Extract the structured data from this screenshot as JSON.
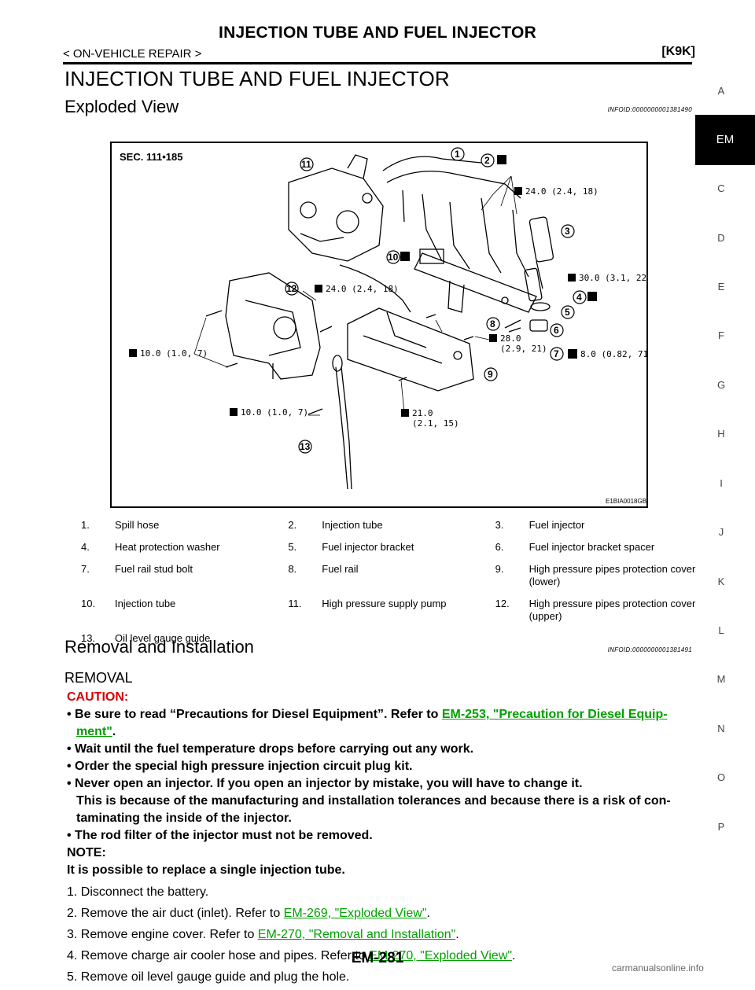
{
  "header": {
    "title": "INJECTION TUBE AND FUEL INJECTOR",
    "breadcrumb": "< ON-VEHICLE REPAIR >",
    "model": "[K9K]"
  },
  "section_title": "INJECTION TUBE AND FUEL INJECTOR",
  "exploded_view": {
    "heading": "Exploded View",
    "infoid": "INFOID:0000000001381490"
  },
  "diagram": {
    "sec_label": "SEC. 111•185",
    "code": "E1BIA0018GB",
    "torques": {
      "t1": "24.0 (2.4, 18)",
      "t2": "30.0 (3.1, 22)",
      "t3": "24.0 (2.4, 18)",
      "t4a": "28.0",
      "t4b": "(2.9, 21)",
      "t5": "8.0 (0.82, 71)",
      "t6": "10.0 (1.0, 7)",
      "t7": "10.0 (1.0, 7)",
      "t8a": "21.0",
      "t8b": "(2.1, 15)"
    },
    "callouts": [
      "1",
      "2",
      "3",
      "4",
      "5",
      "6",
      "7",
      "8",
      "9",
      "10",
      "11",
      "12",
      "13"
    ]
  },
  "legend": [
    [
      {
        "n": "1.",
        "t": "Spill hose"
      },
      {
        "n": "2.",
        "t": "Injection tube"
      },
      {
        "n": "3.",
        "t": "Fuel injector"
      }
    ],
    [
      {
        "n": "4.",
        "t": "Heat protection washer"
      },
      {
        "n": "5.",
        "t": "Fuel injector bracket"
      },
      {
        "n": "6.",
        "t": "Fuel injector bracket spacer"
      }
    ],
    [
      {
        "n": "7.",
        "t": "Fuel rail stud bolt"
      },
      {
        "n": "8.",
        "t": "Fuel rail"
      },
      {
        "n": "9.",
        "t": "High pressure pipes protection cover (lower)"
      }
    ],
    [
      {
        "n": "10.",
        "t": "Injection tube"
      },
      {
        "n": "11.",
        "t": "High pressure supply pump"
      },
      {
        "n": "12.",
        "t": "High pressure pipes protection cover (upper)"
      }
    ],
    [
      {
        "n": "13.",
        "t": "Oil level gauge guide"
      },
      {
        "n": "",
        "t": ""
      },
      {
        "n": "",
        "t": ""
      }
    ]
  ],
  "removal": {
    "heading": "Removal and Installation",
    "infoid": "INFOID:0000000001381491",
    "subheading": "REMOVAL",
    "caution_label": "CAUTION:",
    "caution1_pre": "Be sure to read “Precautions for Diesel Equipment”. Refer to ",
    "caution1_link": "EM-253, \"Precaution for Diesel Equip-",
    "caution1_link2": "ment\"",
    "caution2": "Wait until the fuel temperature drops before carrying out any work.",
    "caution3": "Order the special high pressure injection circuit plug kit.",
    "caution4": "Never open an injector. If you open an injector by mistake, you will have to change it.",
    "caution4b": "This is because of the manufacturing and installation tolerances and because there is a risk of con-",
    "caution4c": "taminating the inside of the injector.",
    "caution5": "The rod filter of the injector must not be removed.",
    "note_label": "NOTE:",
    "note": "It is possible to replace a single injection tube.",
    "steps": [
      {
        "text": "1.  Disconnect the battery.",
        "link": ""
      },
      {
        "text": "2.  Remove the air duct (inlet). Refer to ",
        "link": "EM-269, \"Exploded View\""
      },
      {
        "text": "3.  Remove engine cover. Refer to ",
        "link": "EM-270, \"Removal and Installation\""
      },
      {
        "text": "4.  Remove charge air cooler hose and pipes. Refer to ",
        "link": "EM-270, \"Exploded View\""
      },
      {
        "text": "5.  Remove oil level gauge guide and plug the hole.",
        "link": ""
      }
    ]
  },
  "side_index": [
    "A",
    "EM",
    "C",
    "D",
    "E",
    "F",
    "G",
    "H",
    "I",
    "J",
    "K",
    "L",
    "M",
    "N",
    "O",
    "P"
  ],
  "page_number": "EM-281",
  "watermark": "carmanualsonline.info"
}
